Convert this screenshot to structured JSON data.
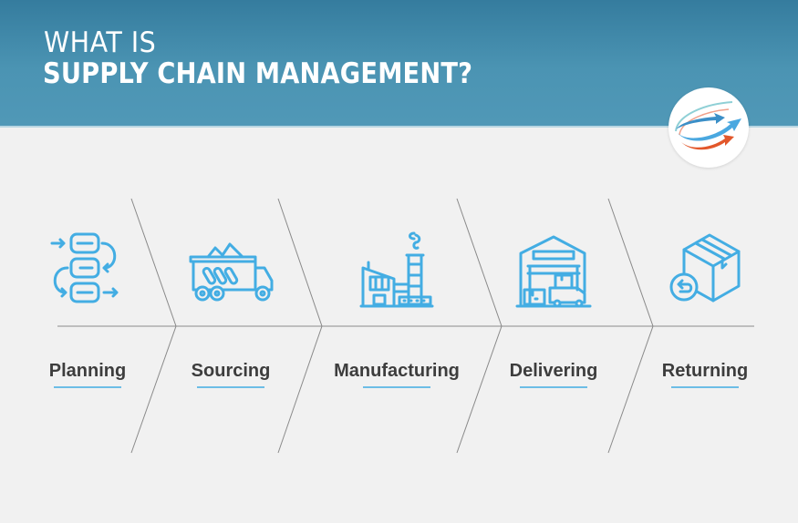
{
  "header": {
    "title_line1": "WHAT IS",
    "title_line2": "SUPPLY CHAIN MANAGEMENT?",
    "background_color": "#4b94b3"
  },
  "logo": {
    "icon": "circular-arrows-logo",
    "colors": [
      "#3aa0d8",
      "#e2572b",
      "#8fd0d6"
    ]
  },
  "steps": [
    {
      "label": "Planning",
      "icon": "flowchart-icon"
    },
    {
      "label": "Sourcing",
      "icon": "dump-truck-icon"
    },
    {
      "label": "Manufacturing",
      "icon": "factory-icon"
    },
    {
      "label": "Delivering",
      "icon": "warehouse-icon"
    },
    {
      "label": "Returning",
      "icon": "return-box-icon"
    }
  ],
  "colors": {
    "icon_blue": "#43ade3",
    "label_text": "#3d3d3d",
    "underline": "#6cbde6",
    "divider": "#8a8a8a",
    "page_bg": "#f1f1f1"
  }
}
